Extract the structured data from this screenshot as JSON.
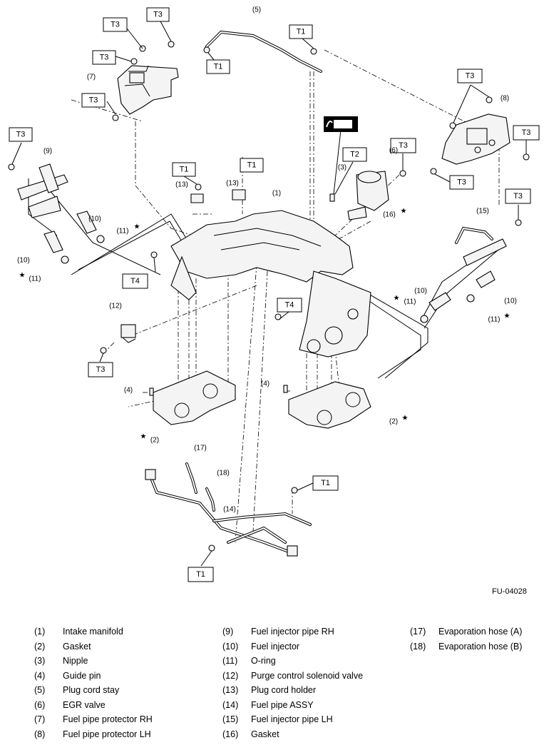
{
  "figure_code": "FU-04028",
  "torque_labels": [
    "T1",
    "T2",
    "T3",
    "T4"
  ],
  "callouts": [
    "(1)",
    "(2)",
    "(3)",
    "(4)",
    "(5)",
    "(6)",
    "(7)",
    "(8)",
    "(9)",
    "(10)",
    "(11)",
    "(12)",
    "(13)",
    "(14)",
    "(15)",
    "(16)",
    "(17)",
    "(18)"
  ],
  "star_symbol": "★",
  "legend": [
    {
      "num": "(1)",
      "name": "Intake manifold"
    },
    {
      "num": "(2)",
      "name": "Gasket"
    },
    {
      "num": "(3)",
      "name": "Nipple"
    },
    {
      "num": "(4)",
      "name": "Guide pin"
    },
    {
      "num": "(5)",
      "name": "Plug cord stay"
    },
    {
      "num": "(6)",
      "name": "EGR valve"
    },
    {
      "num": "(7)",
      "name": "Fuel pipe protector RH"
    },
    {
      "num": "(8)",
      "name": "Fuel pipe protector LH"
    },
    {
      "num": "(9)",
      "name": "Fuel injector pipe RH"
    },
    {
      "num": "(10)",
      "name": "Fuel injector"
    },
    {
      "num": "(11)",
      "name": "O-ring"
    },
    {
      "num": "(12)",
      "name": "Purge control solenoid valve"
    },
    {
      "num": "(13)",
      "name": "Plug cord holder"
    },
    {
      "num": "(14)",
      "name": "Fuel pipe ASSY"
    },
    {
      "num": "(15)",
      "name": "Fuel injector pipe LH"
    },
    {
      "num": "(16)",
      "name": "Gasket"
    },
    {
      "num": "(17)",
      "name": "Evaporation hose (A)"
    },
    {
      "num": "(18)",
      "name": "Evaporation hose (B)"
    }
  ]
}
